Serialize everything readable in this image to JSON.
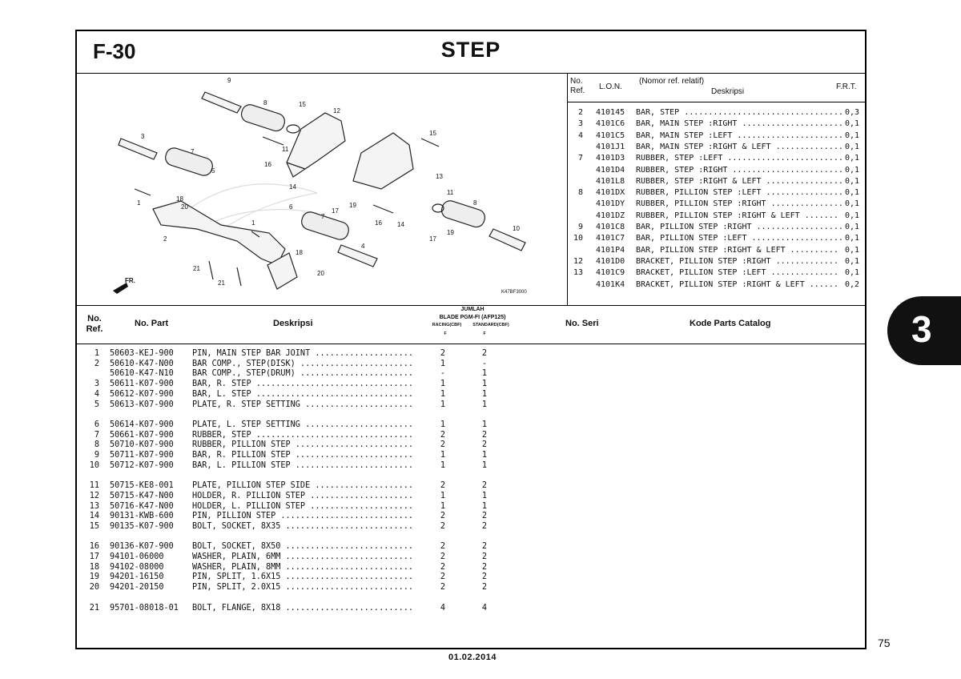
{
  "header": {
    "code": "F-30",
    "title": "STEP"
  },
  "diagram": {
    "callouts": [
      "9",
      "8",
      "15",
      "12",
      "3",
      "7",
      "11",
      "16",
      "15",
      "13",
      "5",
      "14",
      "18",
      "20",
      "1",
      "6",
      "7",
      "19",
      "17",
      "11",
      "8",
      "10",
      "16",
      "14",
      "17",
      "19",
      "4",
      "2",
      "18",
      "21",
      "20",
      "21"
    ],
    "front_label": "FR.",
    "figure_code": "K47BF3000"
  },
  "lon_table": {
    "headers": {
      "no_ref": "No.\nRef.",
      "lon": "L.O.N.",
      "relative": "(Nomor ref. relatif)",
      "deskripsi": "Deskripsi",
      "frt": "F.R.T."
    },
    "rows": [
      {
        "ref": "2",
        "lon": "410145",
        "desc": "BAR, STEP .................................",
        "frt": "0,3"
      },
      {
        "ref": "3",
        "lon": "4101C6",
        "desc": "BAR, MAIN STEP :RIGHT .....................",
        "frt": "0,1"
      },
      {
        "ref": "4",
        "lon": "4101C5",
        "desc": "BAR, MAIN STEP :LEFT ......................",
        "frt": "0,1"
      },
      {
        "ref": "",
        "lon": "4101J1",
        "desc": "BAR, MAIN STEP :RIGHT & LEFT ..............",
        "frt": "0,1"
      },
      {
        "ref": "7",
        "lon": "4101D3",
        "desc": "RUBBER, STEP :LEFT ........................",
        "frt": "0,1"
      },
      {
        "ref": "",
        "lon": "4101D4",
        "desc": "RUBBER, STEP :RIGHT .......................",
        "frt": "0,1"
      },
      {
        "ref": "",
        "lon": "4101L8",
        "desc": "RUBBER, STEP :RIGHT & LEFT ................",
        "frt": "0,1"
      },
      {
        "ref": "8",
        "lon": "4101DX",
        "desc": "RUBBER, PILLION STEP :LEFT ................",
        "frt": "0,1"
      },
      {
        "ref": "",
        "lon": "4101DY",
        "desc": "RUBBER, PILLION STEP :RIGHT ...............",
        "frt": "0,1"
      },
      {
        "ref": "",
        "lon": "4101DZ",
        "desc": "RUBBER, PILLION STEP :RIGHT & LEFT .......",
        "frt": "0,1"
      },
      {
        "ref": "9",
        "lon": "4101C8",
        "desc": "BAR, PILLION STEP :RIGHT ..................",
        "frt": "0,1"
      },
      {
        "ref": "10",
        "lon": "4101C7",
        "desc": "BAR, PILLION STEP :LEFT ...................",
        "frt": "0,1"
      },
      {
        "ref": "",
        "lon": "4101P4",
        "desc": "BAR, PILLION STEP :RIGHT & LEFT ..........",
        "frt": "0,1"
      },
      {
        "ref": "12",
        "lon": "4101D0",
        "desc": "BRACKET, PILLION STEP :RIGHT .............",
        "frt": "0,1"
      },
      {
        "ref": "13",
        "lon": "4101C9",
        "desc": "BRACKET, PILLION STEP :LEFT ..............",
        "frt": "0,1"
      },
      {
        "ref": "",
        "lon": "4101K4",
        "desc": "BRACKET, PILLION STEP :RIGHT & LEFT ......",
        "frt": "0,2"
      }
    ]
  },
  "parts_table": {
    "headers": {
      "no_ref": "No.\nRef.",
      "no_part": "No. Part",
      "deskripsi": "Deskripsi",
      "jumlah": "JUMLAH",
      "model": "BLADE PGM-FI (AFP125)",
      "racing": "RACING(CBF)",
      "standard": "STANDARD(CBF)",
      "f": "F",
      "no_seri": "No. Seri",
      "kode": "Kode Parts Catalog"
    },
    "rows": [
      {
        "ref": "1",
        "part": "50603-KEJ-900",
        "desc": "PIN, MAIN STEP BAR JOINT ....................",
        "racing": "2",
        "standard": "2"
      },
      {
        "ref": "2",
        "part": "50610-K47-N00",
        "desc": "BAR COMP., STEP(DISK) .......................",
        "racing": "1",
        "standard": "-"
      },
      {
        "ref": "",
        "part": "50610-K47-N10",
        "desc": "BAR COMP., STEP(DRUM) .......................",
        "racing": "-",
        "standard": "1"
      },
      {
        "ref": "3",
        "part": "50611-K07-900",
        "desc": "BAR, R. STEP ................................",
        "racing": "1",
        "standard": "1"
      },
      {
        "ref": "4",
        "part": "50612-K07-900",
        "desc": "BAR, L. STEP ................................",
        "racing": "1",
        "standard": "1"
      },
      {
        "ref": "5",
        "part": "50613-K07-900",
        "desc": "PLATE, R. STEP SETTING ......................",
        "racing": "1",
        "standard": "1"
      },
      {
        "ref": "6",
        "part": "50614-K07-900",
        "desc": "PLATE, L. STEP SETTING ......................",
        "racing": "1",
        "standard": "1"
      },
      {
        "ref": "7",
        "part": "50661-K07-900",
        "desc": "RUBBER, STEP ................................",
        "racing": "2",
        "standard": "2"
      },
      {
        "ref": "8",
        "part": "50710-K07-900",
        "desc": "RUBBER, PILLION STEP ........................",
        "racing": "2",
        "standard": "2"
      },
      {
        "ref": "9",
        "part": "50711-K07-900",
        "desc": "BAR, R. PILLION STEP ........................",
        "racing": "1",
        "standard": "1"
      },
      {
        "ref": "10",
        "part": "50712-K07-900",
        "desc": "BAR, L. PILLION STEP ........................",
        "racing": "1",
        "standard": "1"
      },
      {
        "ref": "11",
        "part": "50715-KE8-001",
        "desc": "PLATE, PILLION STEP SIDE ....................",
        "racing": "2",
        "standard": "2"
      },
      {
        "ref": "12",
        "part": "50715-K47-N00",
        "desc": "HOLDER, R. PILLION STEP .....................",
        "racing": "1",
        "standard": "1"
      },
      {
        "ref": "13",
        "part": "50716-K47-N00",
        "desc": "HOLDER, L. PILLION STEP .....................",
        "racing": "1",
        "standard": "1"
      },
      {
        "ref": "14",
        "part": "90131-KWB-600",
        "desc": "PIN, PILLION STEP ...........................",
        "racing": "2",
        "standard": "2"
      },
      {
        "ref": "15",
        "part": "90135-K07-900",
        "desc": "BOLT, SOCKET, 8X35 ..........................",
        "racing": "2",
        "standard": "2"
      },
      {
        "ref": "16",
        "part": "90136-K07-900",
        "desc": "BOLT, SOCKET, 8X50 ..........................",
        "racing": "2",
        "standard": "2"
      },
      {
        "ref": "17",
        "part": "94101-06000",
        "desc": "WASHER, PLAIN, 6MM ..........................",
        "racing": "2",
        "standard": "2"
      },
      {
        "ref": "18",
        "part": "94102-08000",
        "desc": "WASHER, PLAIN, 8MM ..........................",
        "racing": "2",
        "standard": "2"
      },
      {
        "ref": "19",
        "part": "94201-16150",
        "desc": "PIN, SPLIT, 1.6X15 ..........................",
        "racing": "2",
        "standard": "2"
      },
      {
        "ref": "20",
        "part": "94201-20150",
        "desc": "PIN, SPLIT, 2.0X15 ..........................",
        "racing": "2",
        "standard": "2"
      },
      {
        "ref": "21",
        "part": "95701-08018-01",
        "desc": "BOLT, FLANGE, 8X18 ..........................",
        "racing": "4",
        "standard": "4"
      }
    ]
  },
  "section_tab": "3",
  "page_number": "75",
  "footer_date": "01.02.2014"
}
